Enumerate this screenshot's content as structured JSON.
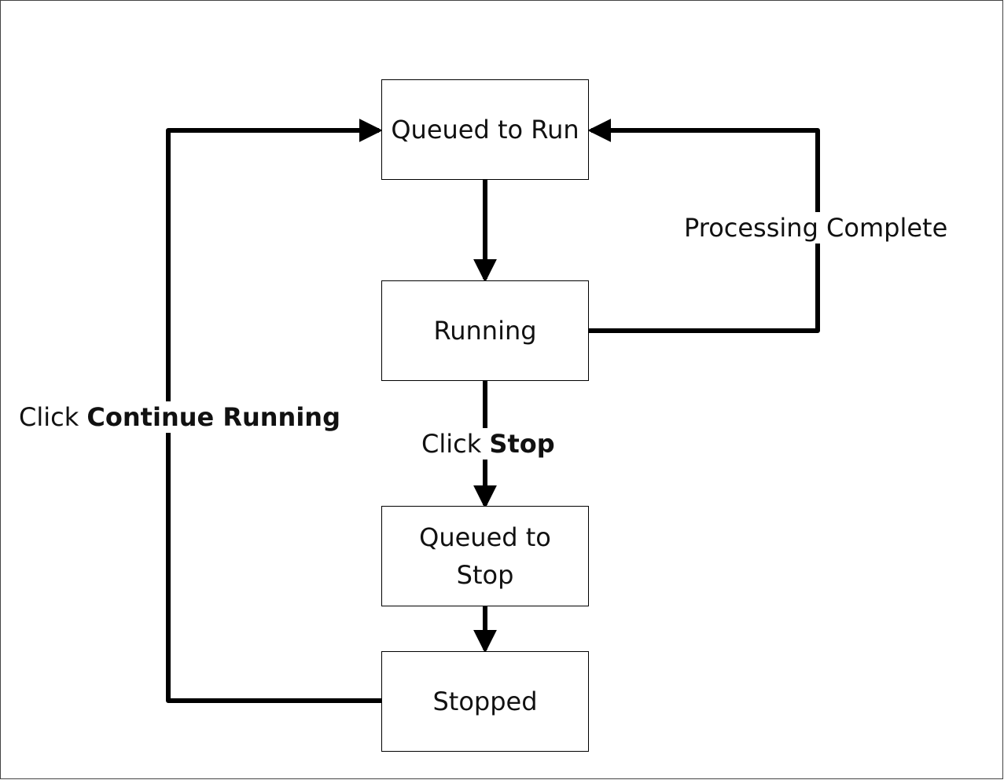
{
  "states": {
    "queued_to_run": "Queued to Run",
    "running": "Running",
    "queued_to_stop": "Queued to Stop",
    "stopped": "Stopped"
  },
  "transitions": {
    "processing_complete": "Processing Complete",
    "click_stop": {
      "prefix": "Click",
      "action": "Stop"
    },
    "click_continue": {
      "prefix": "Click",
      "action": "Continue Running"
    }
  },
  "colors": {
    "line": "#000000",
    "box_border": "#000000",
    "background": "#ffffff"
  }
}
